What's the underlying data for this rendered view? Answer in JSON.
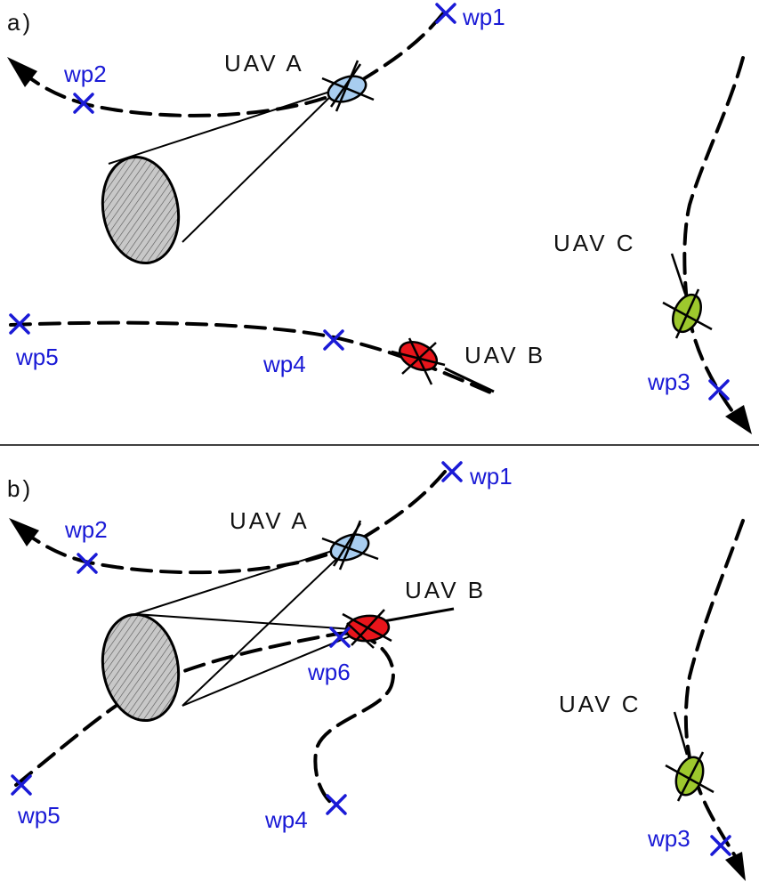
{
  "panels": {
    "a": {
      "label": "a)",
      "uavs": {
        "A": "UAV A",
        "B": "UAV B",
        "C": "UAV C"
      },
      "colors": {
        "A": "#a8cdf0",
        "B": "#e8151b",
        "C": "#9dc82d"
      },
      "waypoints": [
        "wp1",
        "wp2",
        "wp3",
        "wp4",
        "wp5"
      ]
    },
    "b": {
      "label": "b)",
      "uavs": {
        "A": "UAV A",
        "B": "UAV B",
        "C": "UAV C"
      },
      "colors": {
        "A": "#a8cdf0",
        "B": "#e8151b",
        "C": "#9dc82d"
      },
      "waypoints": [
        "wp1",
        "wp2",
        "wp3",
        "wp4",
        "wp5",
        "wp6"
      ]
    }
  },
  "colors": {
    "waypoint": "#1a1ad6",
    "sensor_footprint": "#c8c8c8",
    "path": "#000000"
  }
}
